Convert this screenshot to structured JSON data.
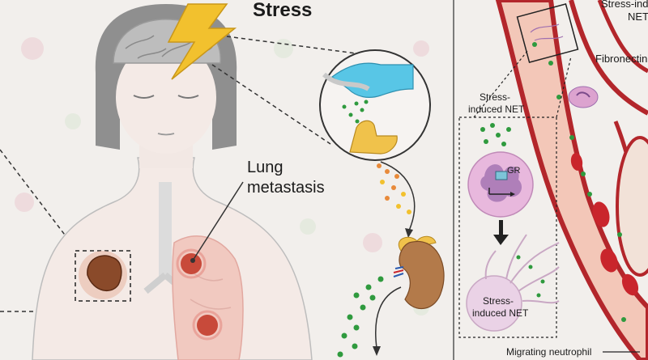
{
  "labels": {
    "title": "Stress",
    "lung_metastasis_line1": "Lung",
    "lung_metastasis_line2": "metastasis",
    "stress_induced_top_line1": "Stress-ind",
    "stress_induced_top_line2": "NET",
    "fibronectin": "Fibronectin",
    "stress_induced_net_line1": "Stress-",
    "stress_induced_net_line2": "induced NET",
    "gr": "GR",
    "stress_induced_lower_line1": "Stress-",
    "stress_induced_lower_line2": "induced NET",
    "migrating_neutrophil": "Migrating neutrophil"
  },
  "colors": {
    "background": "#f2efec",
    "lightning": "#f2c12e",
    "glucocorticoid_dots": "#2f9a3e",
    "vessel_wall": "#b3262b",
    "vessel_lumen": "#f3c7b8",
    "red_cell": "#c9252c",
    "tumor": "#8a4a2a",
    "neuron_blue": "#58c6e6",
    "gland_yellow": "#f0c24b",
    "neutrophil": "#dca3cf"
  },
  "icons": [
    "lightning-icon",
    "head-silhouette",
    "brain-icon",
    "neuron-synapse-icon",
    "kidney-adrenal-icon",
    "tumor-icon",
    "lung-icon",
    "neutrophil-icon",
    "blood-vessel",
    "red-blood-cell-icon"
  ]
}
